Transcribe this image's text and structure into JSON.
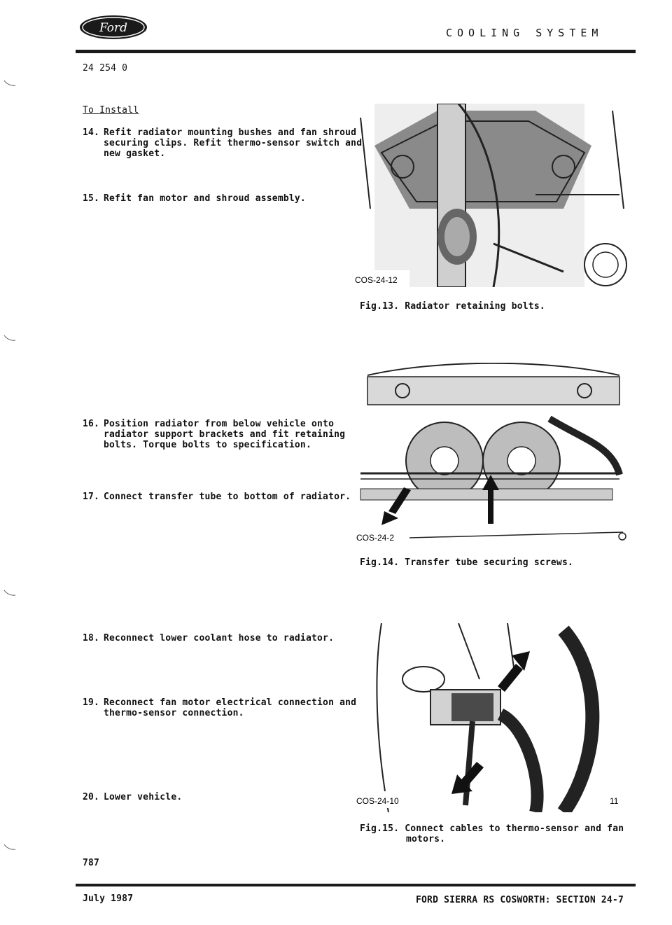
{
  "header": {
    "brand": "Ford",
    "section_title": "COOLING SYSTEM",
    "doc_number": "24 254 0"
  },
  "install": {
    "heading": "To Install",
    "steps": [
      {
        "num": "14.",
        "lines": [
          "Refit radiator mounting bushes and fan shroud",
          "securing clips.  Refit thermo-sensor switch and",
          "new gasket."
        ]
      },
      {
        "num": "15.",
        "lines": [
          "Refit fan motor and shroud assembly."
        ]
      },
      {
        "num": "16.",
        "lines": [
          "Position radiator from below vehicle onto",
          "radiator support brackets and fit retaining",
          "bolts.  Torque bolts to specification."
        ]
      },
      {
        "num": "17.",
        "lines": [
          "Connect transfer tube to bottom of radiator."
        ]
      },
      {
        "num": "18.",
        "lines": [
          "Reconnect lower coolant hose to radiator."
        ]
      },
      {
        "num": "19.",
        "lines": [
          "Reconnect fan motor electrical connection and",
          "thermo-sensor connection."
        ]
      },
      {
        "num": "20.",
        "lines": [
          "Lower vehicle."
        ]
      }
    ]
  },
  "figures": [
    {
      "ref": "COS-24-12",
      "caption": "Fig.13. Radiator retaining bolts."
    },
    {
      "ref": "COS-24-2",
      "caption": "Fig.14. Transfer tube securing screws."
    },
    {
      "ref": "COS-24-10",
      "caption_lines": [
        "Fig.15. Connect cables to thermo-sensor and fan",
        "motors."
      ],
      "corner_mark": "11"
    }
  ],
  "footer": {
    "page_number": "787",
    "date": "July 1987",
    "title": "FORD SIERRA RS COSWORTH: SECTION 24-7"
  }
}
